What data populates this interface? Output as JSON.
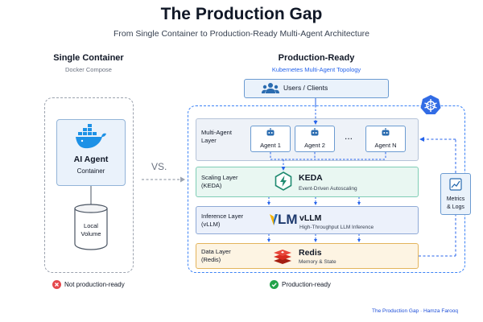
{
  "header": {
    "title": "The Production Gap",
    "subtitle": "From Single Container to Production-Ready Multi-Agent Architecture"
  },
  "single": {
    "heading": "Single Container",
    "subheading": "Docker Compose",
    "agent_title": "AI Agent",
    "agent_subtitle": "Container",
    "volume_line1": "Local",
    "volume_line2": "Volume",
    "status": "Not production-ready"
  },
  "vs_label": "VS.",
  "production": {
    "heading": "Production-Ready",
    "subheading": "Kubernetes Multi-Agent Topology",
    "users_label": "Users / Clients",
    "status": "Production-ready",
    "layers": {
      "agent": {
        "label_line1": "Multi-Agent",
        "label_line2": "Layer",
        "agents": [
          "Agent 1",
          "Agent 2",
          "Agent N"
        ],
        "ellipsis": "..."
      },
      "scaling": {
        "label_line1": "Scaling Layer",
        "label_line2": "(KEDA)",
        "tech": "KEDA",
        "desc": "Event-Driven Autoscaling"
      },
      "inference": {
        "label_line1": "Inference Layer",
        "label_line2": "(vLLM)",
        "logo_text": "LM",
        "tech": "vLLM",
        "desc": "High-Throughput LLM Inference"
      },
      "data": {
        "label_line1": "Data Layer",
        "label_line2": "(Redis)",
        "tech": "Redis",
        "desc": "Memory & State"
      }
    },
    "metrics_line1": "Metrics",
    "metrics_line2": "& Logs"
  },
  "footer": "The Production Gap · Hamza Farooq",
  "colors": {
    "accent_blue": "#2563eb",
    "docker_blue": "#1d91e6",
    "keda_teal": "#1f8a70",
    "redis_red": "#d82c20",
    "vllm_yellow": "#f5b400",
    "success_green": "#22a34a",
    "danger_red": "#e5484d"
  },
  "icons": [
    "docker-icon",
    "database-icon",
    "users-icon",
    "kubernetes-icon",
    "robot-icon",
    "keda-icon",
    "vllm-icon",
    "redis-icon",
    "chart-icon",
    "x-circle-icon",
    "check-circle-icon"
  ]
}
